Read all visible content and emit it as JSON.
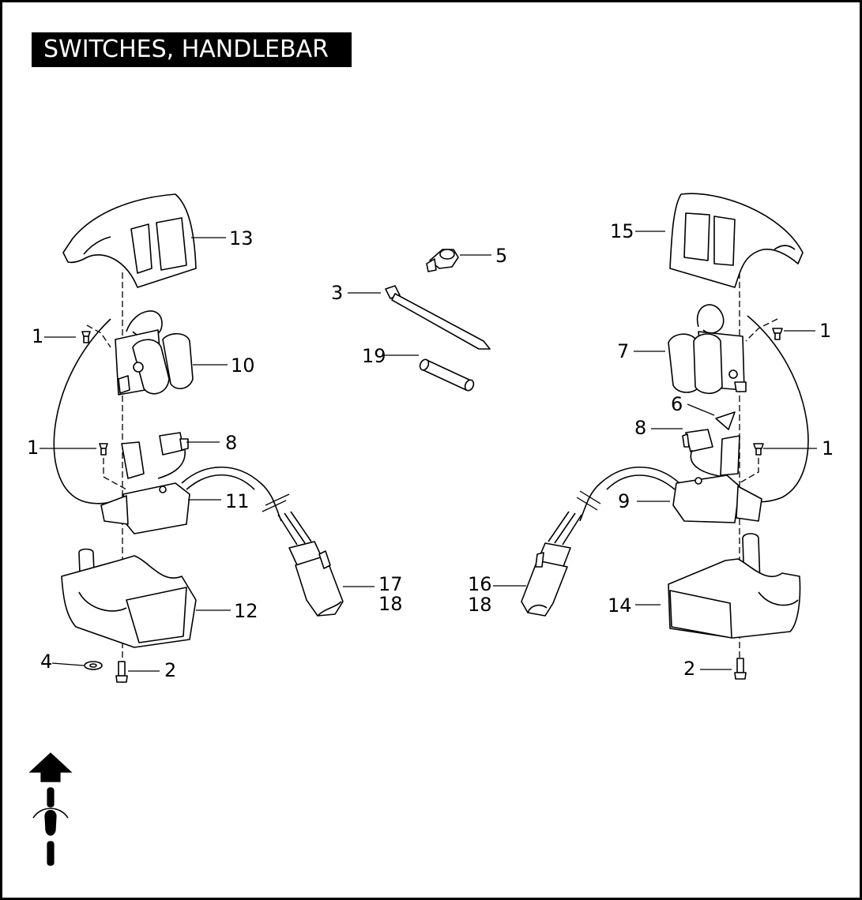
{
  "title": "SWITCHES, HANDLEBAR",
  "icons": {
    "orientation": "front-arrow-icon"
  },
  "callouts": {
    "left_housing_upper": "13",
    "left_screw_upper": "1",
    "left_switch_module": "10",
    "left_screw_lower": "1",
    "left_connector_small": "8",
    "left_switch_housing": "11",
    "left_connector_a": "17",
    "left_connector_b": "18",
    "left_housing_lower": "12",
    "washer": "4",
    "left_screw_bottom": "2",
    "clip": "5",
    "cable_strap": "3",
    "sleeve": "19",
    "right_housing_upper": "15",
    "right_screw_upper": "1",
    "right_switch_module": "7",
    "wedge": "6",
    "right_connector_small": "8",
    "right_screw_lower": "1",
    "right_switch_housing": "9",
    "right_connector_a": "16",
    "right_connector_b": "18",
    "right_housing_lower": "14",
    "right_screw_bottom": "2"
  }
}
